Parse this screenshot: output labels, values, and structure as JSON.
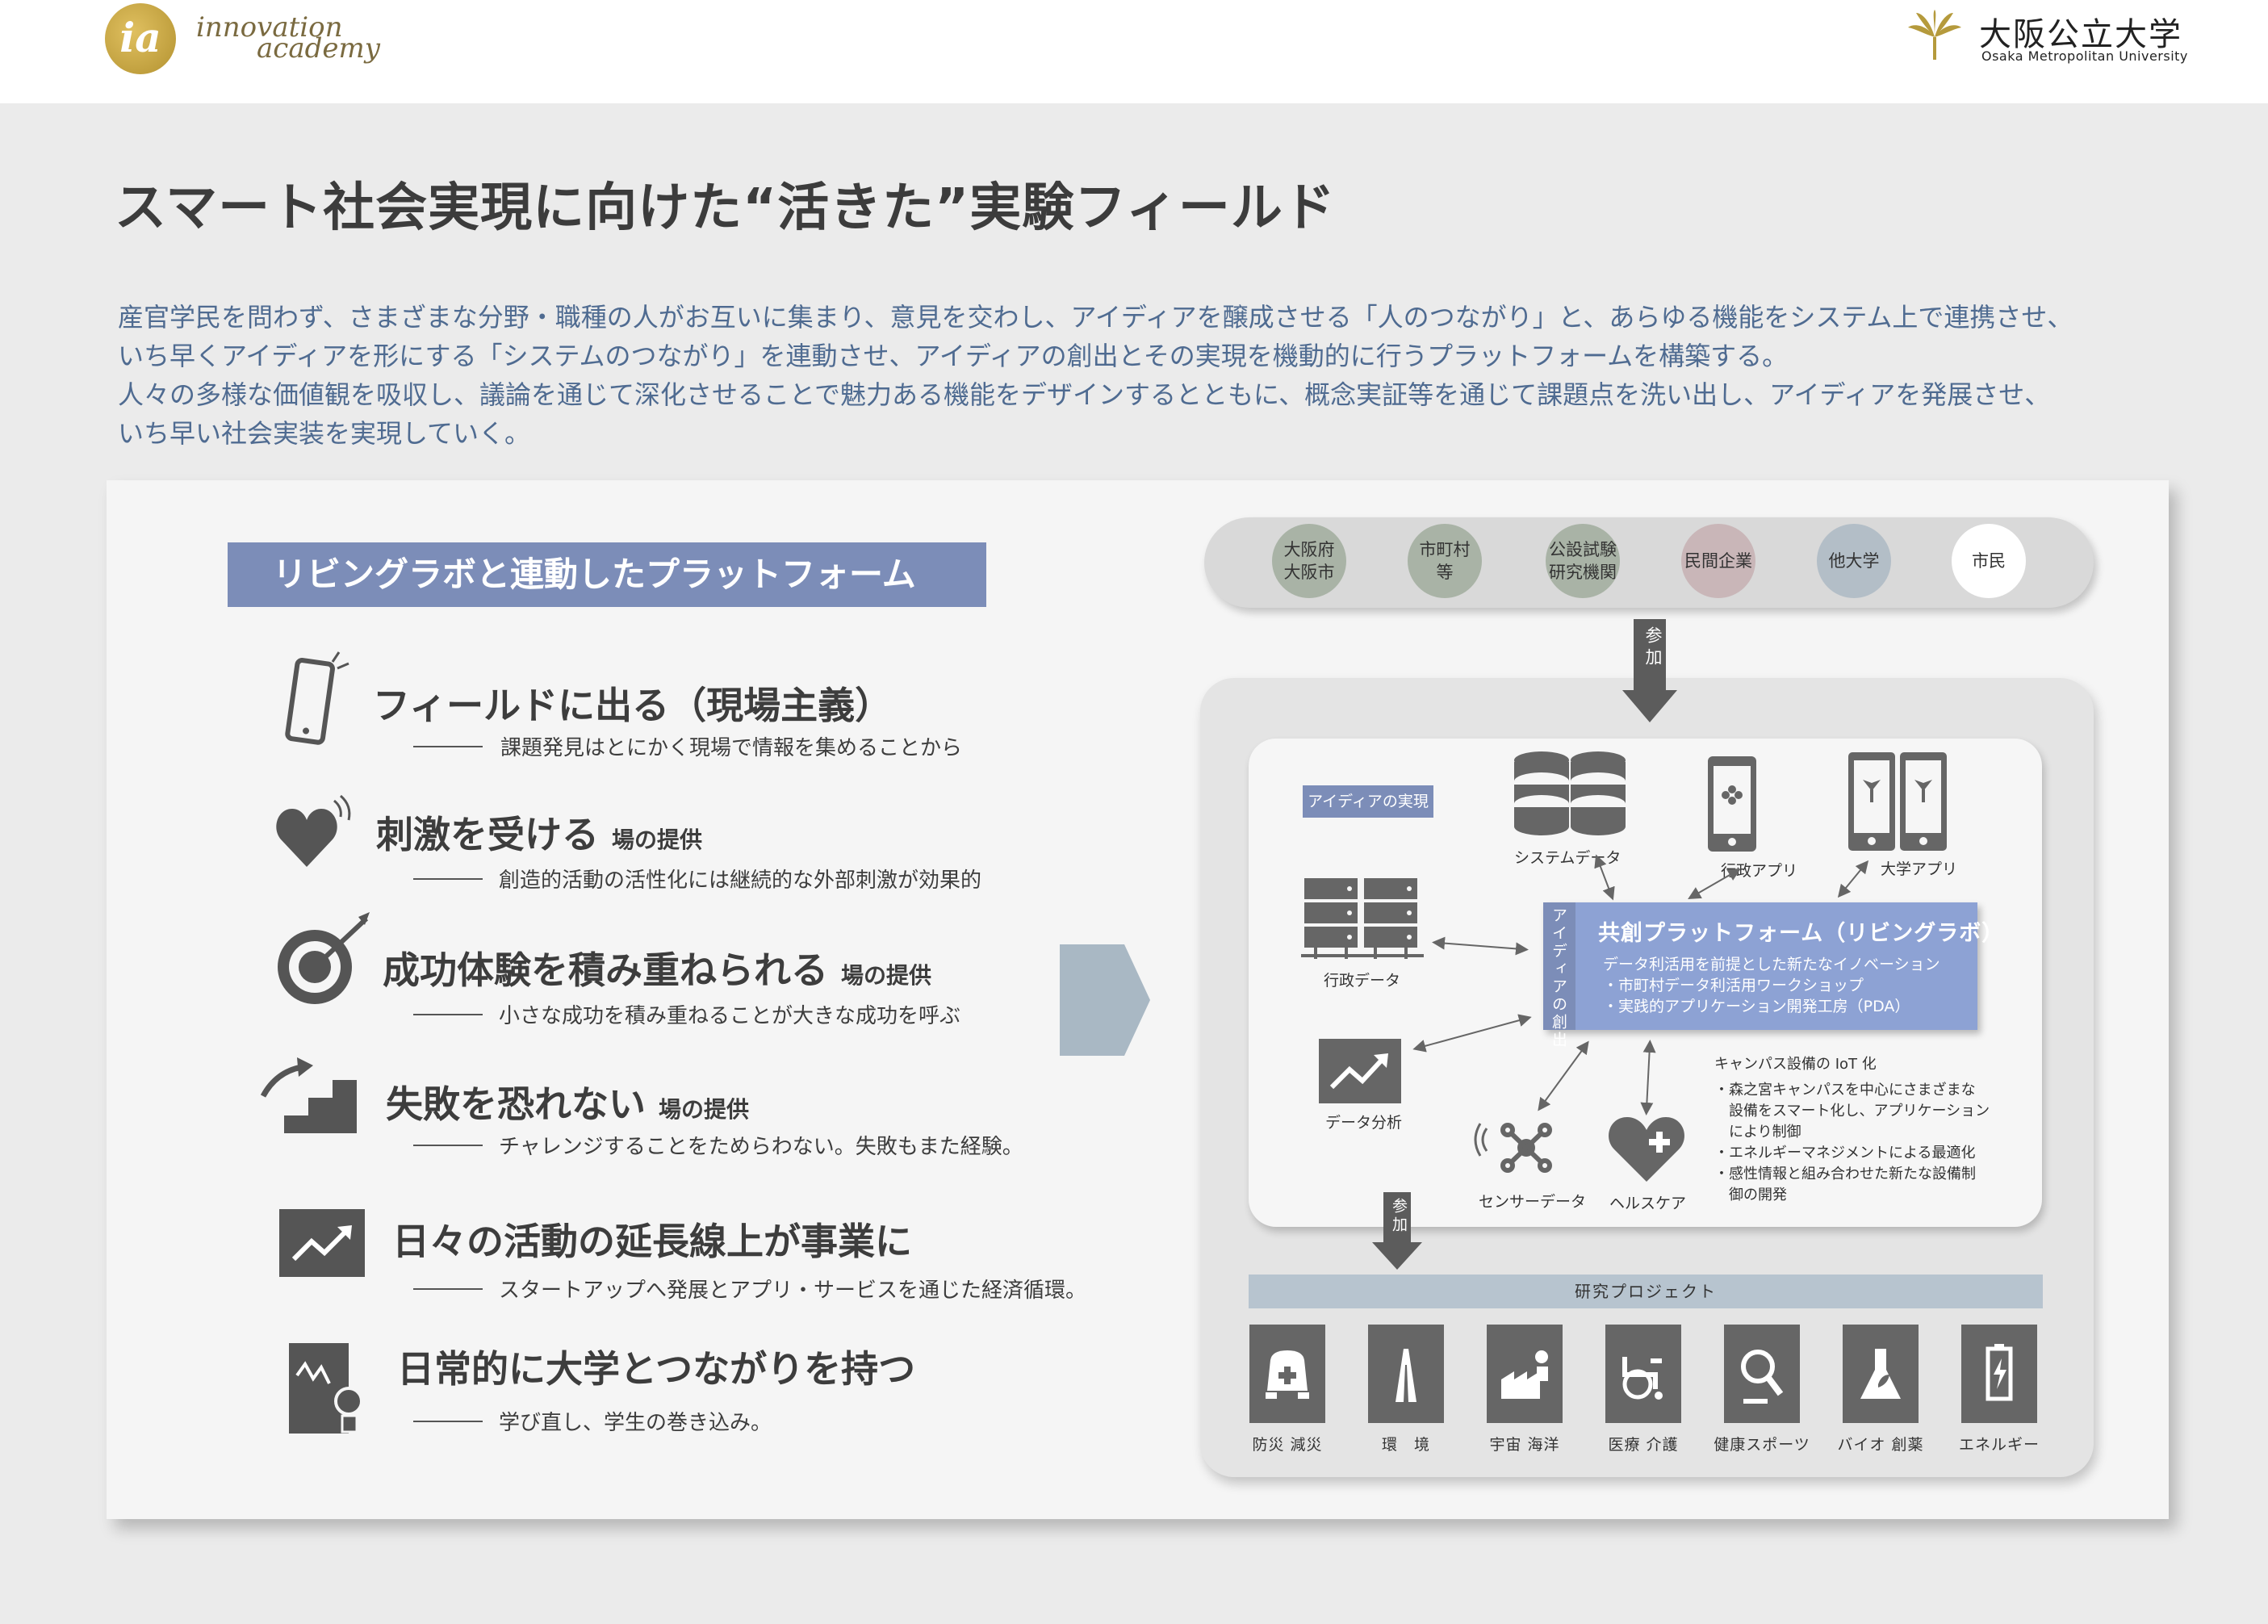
{
  "header": {
    "logo_left": {
      "mark": "ia",
      "line1": "innovation",
      "line2": "academy"
    },
    "logo_right": {
      "jp": "大阪公立大学",
      "en": "Osaka Metropolitan University"
    }
  },
  "title": "スマート社会実現に向けた“活きた”実験フィールド",
  "intro": [
    "産官学民を問わず、さまざまな分野・職種の人がお互いに集まり、意見を交わし、アイディアを醸成させる「人のつながり」と、あらゆる機能をシステム上で連携させ、",
    "いち早くアイディアを形にする「システムのつながり」を連動させ、アイディアの創出とその実現を機動的に行うプラットフォームを構築する。",
    "人々の多様な価値観を吸収し、議論を通じて深化させることで魅力ある機能をデザインするとともに、概念実証等を通じて課題点を洗い出し、アイディアを発展させ、",
    "いち早い社会実装を実現していく。"
  ],
  "left": {
    "heading": "リビングラボと連動したプラットフォーム",
    "features": [
      {
        "title": "フィールドに出る（現場主義）",
        "suffix": "",
        "desc": "課題発見はとにかく現場で情報を集めることから",
        "icon": "smartphone-icon"
      },
      {
        "title": "刺激を受ける",
        "suffix": "場の提供",
        "desc": "創造的活動の活性化には継続的な外部刺激が効果的",
        "icon": "heart-icon"
      },
      {
        "title": "成功体験を積み重ねられる",
        "suffix": "場の提供",
        "desc": "小さな成功を積み重ねることが大きな成功を呼ぶ",
        "icon": "target-icon"
      },
      {
        "title": "失敗を恐れない",
        "suffix": "場の提供",
        "desc": "チャレンジすることをためらわない。失敗もまた経験。",
        "icon": "stairs-icon"
      },
      {
        "title": "日々の活動の延長線上が事業に",
        "suffix": "",
        "desc": "スタートアップへ発展とアプリ・サービスを通じた経済循環。",
        "icon": "trend-icon"
      },
      {
        "title": "日常的に大学とつながりを持つ",
        "suffix": "",
        "desc": "学び直し、学生の巻き込み。",
        "icon": "learning-icon"
      }
    ]
  },
  "participants": [
    {
      "label": "大阪府\n大阪市",
      "color": "#a9b3a6"
    },
    {
      "label": "市町村\n等",
      "color": "#a9b3a6"
    },
    {
      "label": "公設試験\n研究機関",
      "color": "#a9b3a6"
    },
    {
      "label": "民間企業",
      "color": "#c9b6b8"
    },
    {
      "label": "他大学",
      "color": "#b3bec7"
    },
    {
      "label": "市民",
      "color": "#ffffff"
    }
  ],
  "arrow_label": "参加",
  "inner": {
    "idea_tag": "アイディアの実現",
    "icons": {
      "system_data": "システムデータ",
      "gov_app": "行政アプリ",
      "univ_app": "大学アプリ",
      "gov_data": "行政データ",
      "data_analysis": "データ分析",
      "sensor_data": "センサーデータ",
      "healthcare": "ヘルスケア"
    },
    "platform": {
      "side": "アイディアの創出",
      "title": "共創プラットフォーム（リビングラボ）",
      "lines": [
        "データ利活用を前提とした新たなイノベーション",
        "・市町村データ利活用ワークショップ",
        "・実践的アプリケーション開発工房（PDA）"
      ]
    },
    "iot": [
      "キャンパス設備の IoT 化",
      "・森之宮キャンパスを中心にさまざまな",
      "　設備をスマート化し、アプリケーション",
      "　により制御",
      "・エネルギーマネジメントによる最適化",
      "・感性情報と組み合わせた新たな設備制",
      "　御の開発"
    ]
  },
  "research": {
    "label": "研究プロジェクト",
    "items": [
      {
        "label": "防災 減災",
        "icon": "disaster-icon"
      },
      {
        "label": "環　境",
        "icon": "road-icon"
      },
      {
        "label": "宇宙 海洋",
        "icon": "factory-icon"
      },
      {
        "label": "医療 介護",
        "icon": "wheelchair-icon"
      },
      {
        "label": "健康スポーツ",
        "icon": "magnifier-icon"
      },
      {
        "label": "バイオ 創薬",
        "icon": "flask-icon"
      },
      {
        "label": "エネルギー",
        "icon": "battery-icon"
      }
    ]
  },
  "colors": {
    "accent": "#7c8db8",
    "platform": "#8da2d4",
    "intro_text": "#4f6b91",
    "icon_gray": "#666666"
  }
}
